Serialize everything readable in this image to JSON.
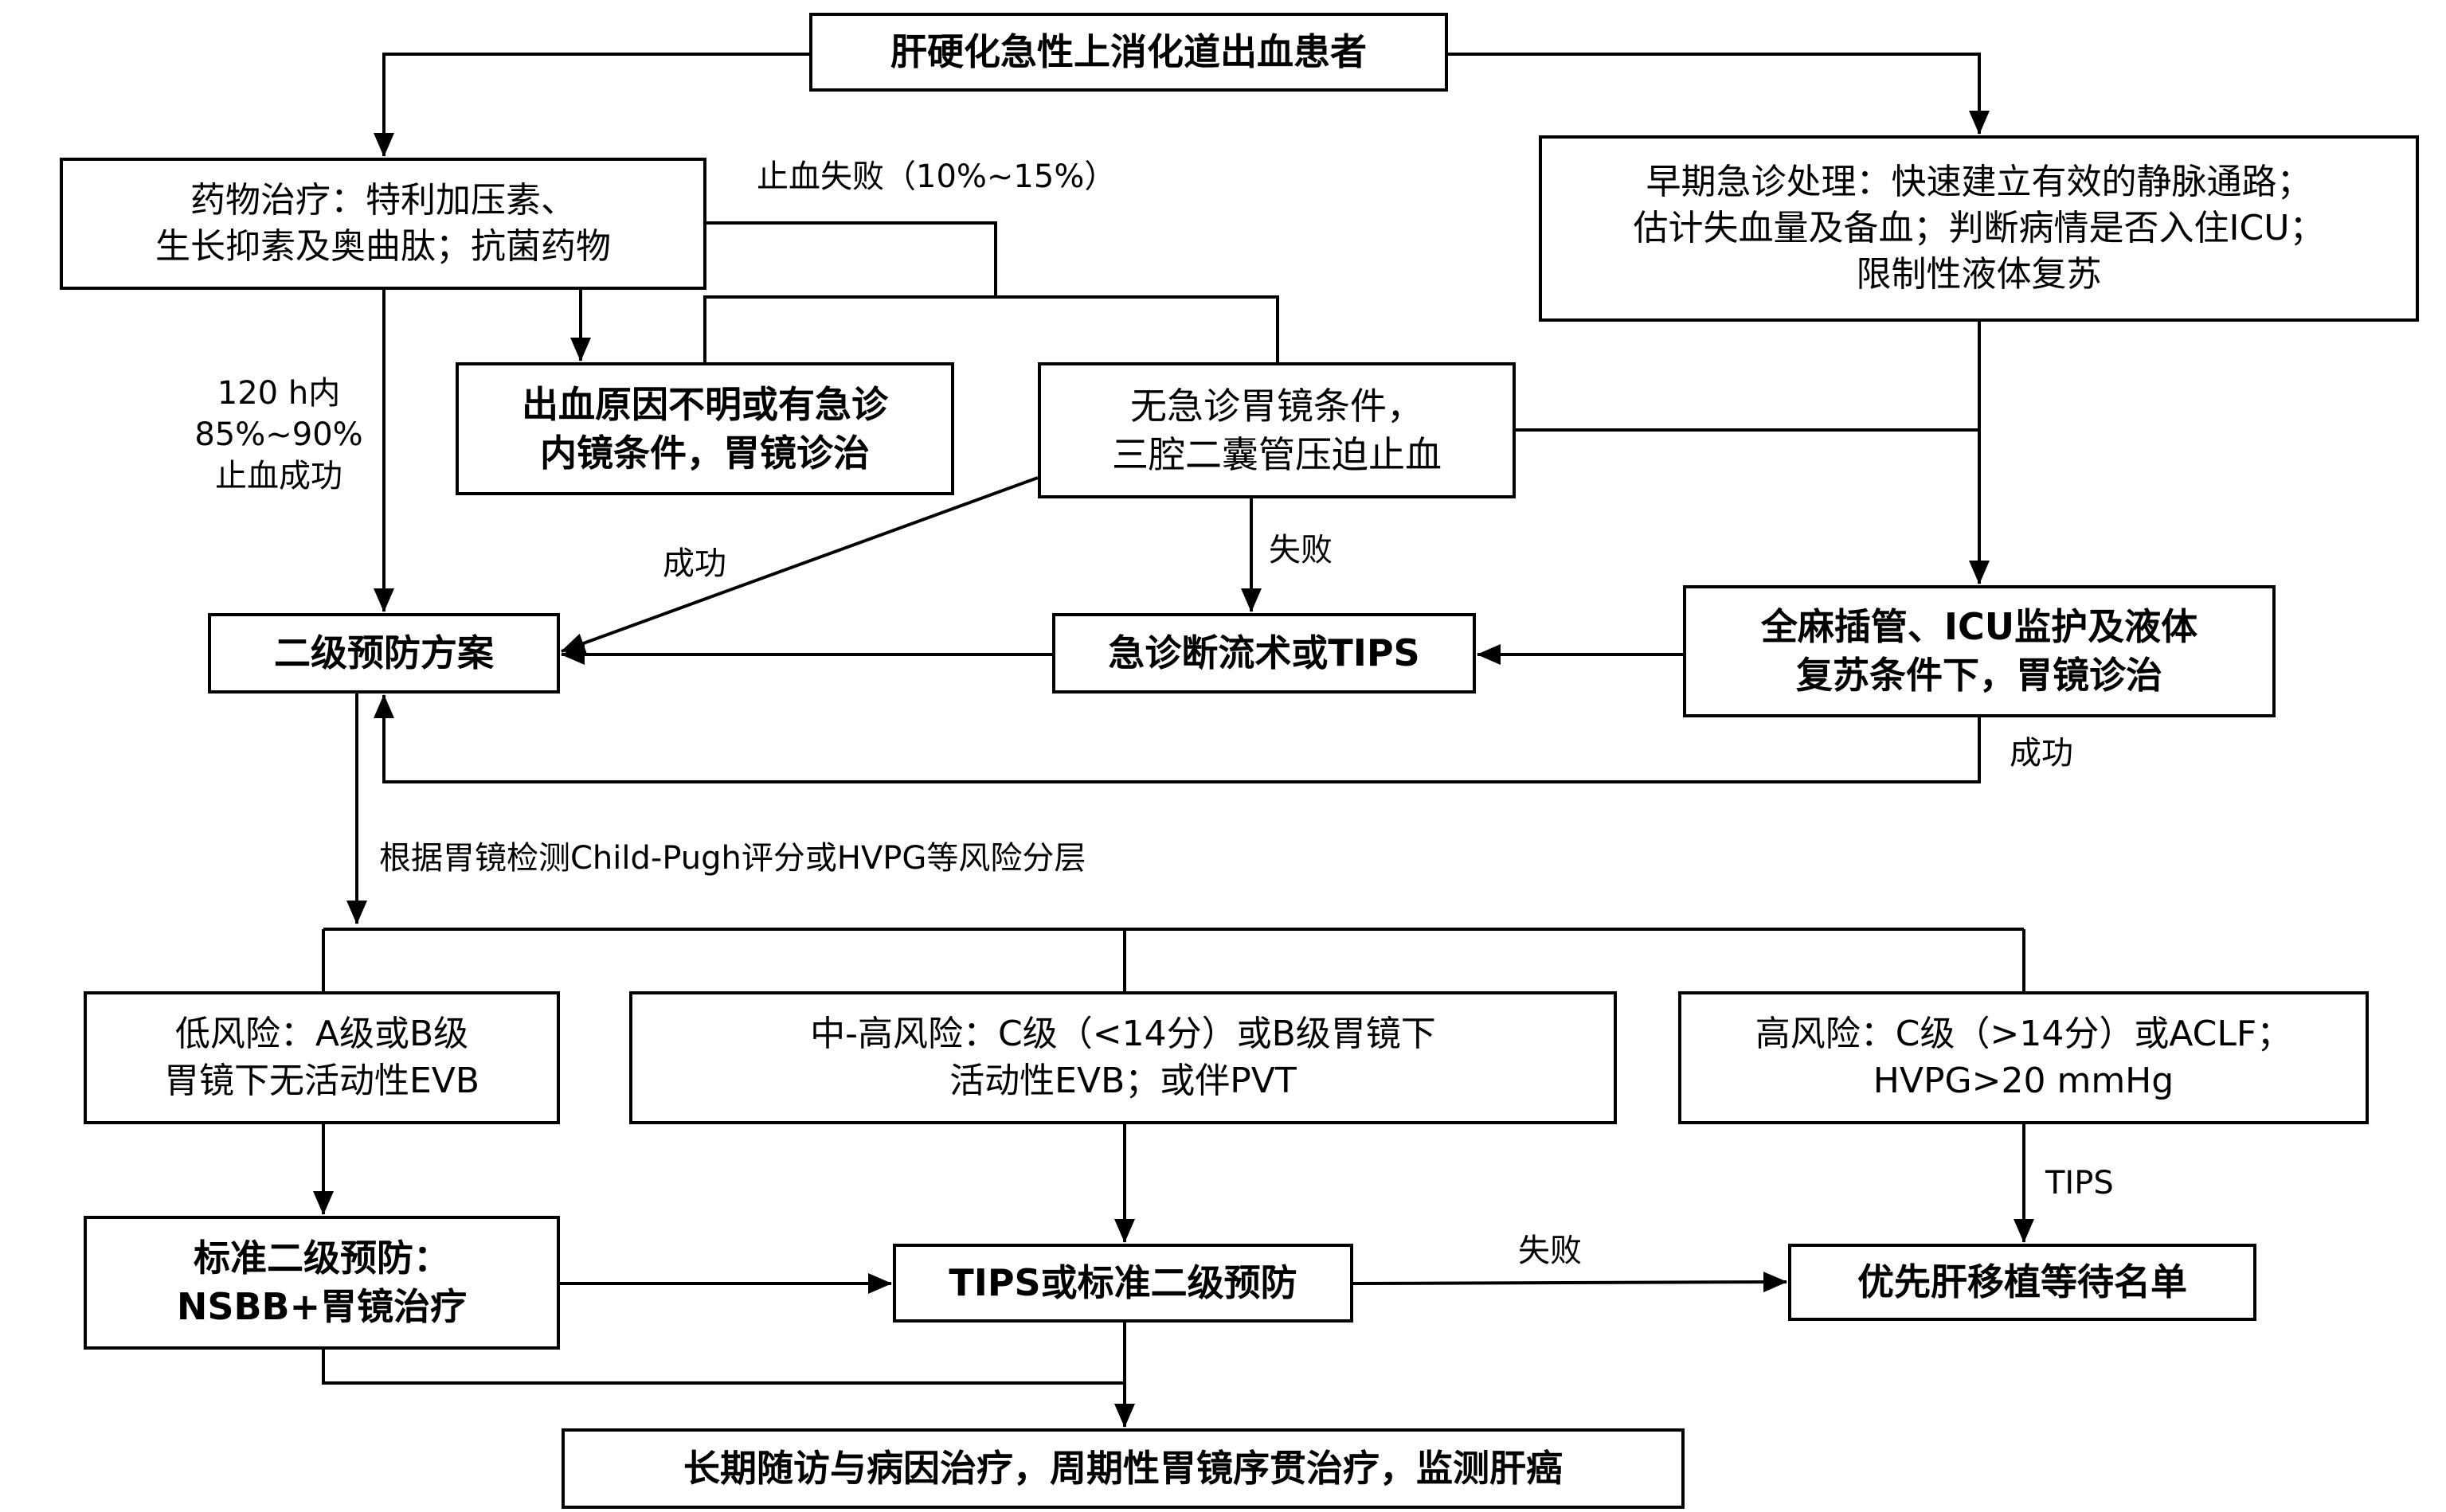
{
  "diagram": {
    "type": "flowchart",
    "nodes": {
      "start": {
        "lines": [
          "肝硬化急性上消化道出血患者"
        ]
      },
      "drug_therapy": {
        "lines": [
          "药物治疗：特利加压素、",
          "生长抑素及奥曲肽；抗菌药物"
        ]
      },
      "early_er": {
        "lines": [
          "早期急诊处理：快速建立有效的静脉通路；",
          "估计失血量及备血；判断病情是否入住ICU；",
          "限制性液体复苏"
        ]
      },
      "endoscopy_available": {
        "lines": [
          "出血原因不明或有急诊",
          "内镜条件，胃镜诊治"
        ]
      },
      "balloon_tamponade": {
        "lines": [
          "无急诊胃镜条件，",
          "三腔二囊管压迫止血"
        ]
      },
      "secondary_prevention_plan": {
        "lines": [
          "二级预防方案"
        ]
      },
      "emergency_surgery_tips": {
        "lines": [
          "急诊断流术或TIPS"
        ]
      },
      "icu_endoscopy": {
        "lines": [
          "全麻插管、ICU监护及液体",
          "复苏条件下，胃镜诊治"
        ]
      },
      "low_risk": {
        "lines": [
          "低风险：A级或B级",
          "胃镜下无活动性EVB"
        ]
      },
      "mid_high_risk": {
        "lines": [
          "中-高风险：C级（<14分）或B级胃镜下",
          "活动性EVB；或伴PVT"
        ]
      },
      "high_risk": {
        "lines": [
          "高风险：C级（>14分）或ACLF；",
          "HVPG>20 mmHg"
        ]
      },
      "standard_secondary": {
        "lines": [
          "标准二级预防：",
          "NSBB+胃镜治疗"
        ]
      },
      "tips_or_standard": {
        "lines": [
          "TIPS或标准二级预防"
        ]
      },
      "transplant_list": {
        "lines": [
          "优先肝移植等待名单"
        ]
      },
      "long_term": {
        "lines": [
          "长期随访与病因治疗，周期性胃镜序贯治疗，监测肝癌"
        ]
      }
    },
    "edge_labels": {
      "hemostasis_failure": "止血失败（10%~15%）",
      "success_120h": [
        "120 h内",
        "85%~90%",
        "止血成功"
      ],
      "balloon_success": "成功",
      "balloon_failure": "失败",
      "icu_success": "成功",
      "risk_stratification": "根据胃镜检测Child-Pugh评分或HVPG等风险分层",
      "tips_failure": "失败",
      "high_risk_tips": "TIPS"
    },
    "edges": [
      {
        "from": "start",
        "to": "drug_therapy"
      },
      {
        "from": "start",
        "to": "early_er"
      },
      {
        "from": "drug_therapy",
        "to": "endoscopy_available"
      },
      {
        "from": "drug_therapy",
        "to": "secondary_prevention_plan",
        "label": "success_120h"
      },
      {
        "from": "drug_therapy",
        "to": "endoscopy_available/balloon_tamponade",
        "label": "hemostasis_failure"
      },
      {
        "from": "early_er",
        "to": "icu_endoscopy"
      },
      {
        "from": "balloon_tamponade",
        "to": "secondary_prevention_plan",
        "label": "balloon_success"
      },
      {
        "from": "balloon_tamponade",
        "to": "emergency_surgery_tips",
        "label": "balloon_failure"
      },
      {
        "from": "icu_endoscopy",
        "to": "emergency_surgery_tips"
      },
      {
        "from": "emergency_surgery_tips",
        "to": "secondary_prevention_plan"
      },
      {
        "from": "icu_endoscopy",
        "to": "secondary_prevention_plan",
        "label": "icu_success"
      },
      {
        "from": "secondary_prevention_plan",
        "to": "low_risk/mid_high_risk/high_risk",
        "label": "risk_stratification"
      },
      {
        "from": "low_risk",
        "to": "standard_secondary"
      },
      {
        "from": "mid_high_risk",
        "to": "tips_or_standard"
      },
      {
        "from": "high_risk",
        "to": "transplant_list",
        "label": "high_risk_tips"
      },
      {
        "from": "standard_secondary",
        "to": "tips_or_standard"
      },
      {
        "from": "tips_or_standard",
        "to": "transplant_list",
        "label": "tips_failure"
      },
      {
        "from": "standard_secondary",
        "to": "long_term"
      },
      {
        "from": "tips_or_standard",
        "to": "long_term"
      }
    ]
  }
}
